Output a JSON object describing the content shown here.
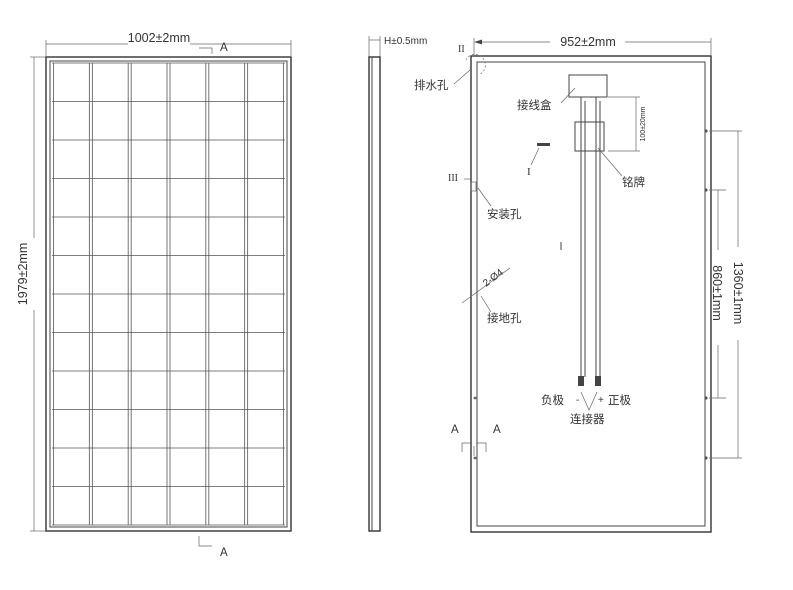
{
  "front_view": {
    "width_label": "1002±2mm",
    "height_label": "1979±2mm",
    "section_label_top": "A",
    "section_label_bottom": "A",
    "cell_columns": 6,
    "cell_rows": 12
  },
  "side_view": {
    "thickness_label": "H±0.5mm"
  },
  "rear_view": {
    "width_label": "952±2mm",
    "mount_spacing_label": "860±1mm",
    "mount_spacing_outer_label": "1360±1mm",
    "nameplate_size_label": "100±20mm",
    "drain_hole_label": "排水孔",
    "junction_box_label": "接线盒",
    "nameplate_label": "铭牌",
    "mounting_hole_label": "安装孔",
    "grounding_hole_label": "接地孔",
    "grounding_dim_label": "2-Ø4",
    "negative_label": "负极",
    "positive_label": "正极",
    "minus_sign": "-",
    "plus_sign": "+",
    "connector_label": "连接器",
    "detail_I": "I",
    "detail_II": "II",
    "detail_III": "III",
    "section_A_left": "A",
    "section_A_right": "A"
  }
}
